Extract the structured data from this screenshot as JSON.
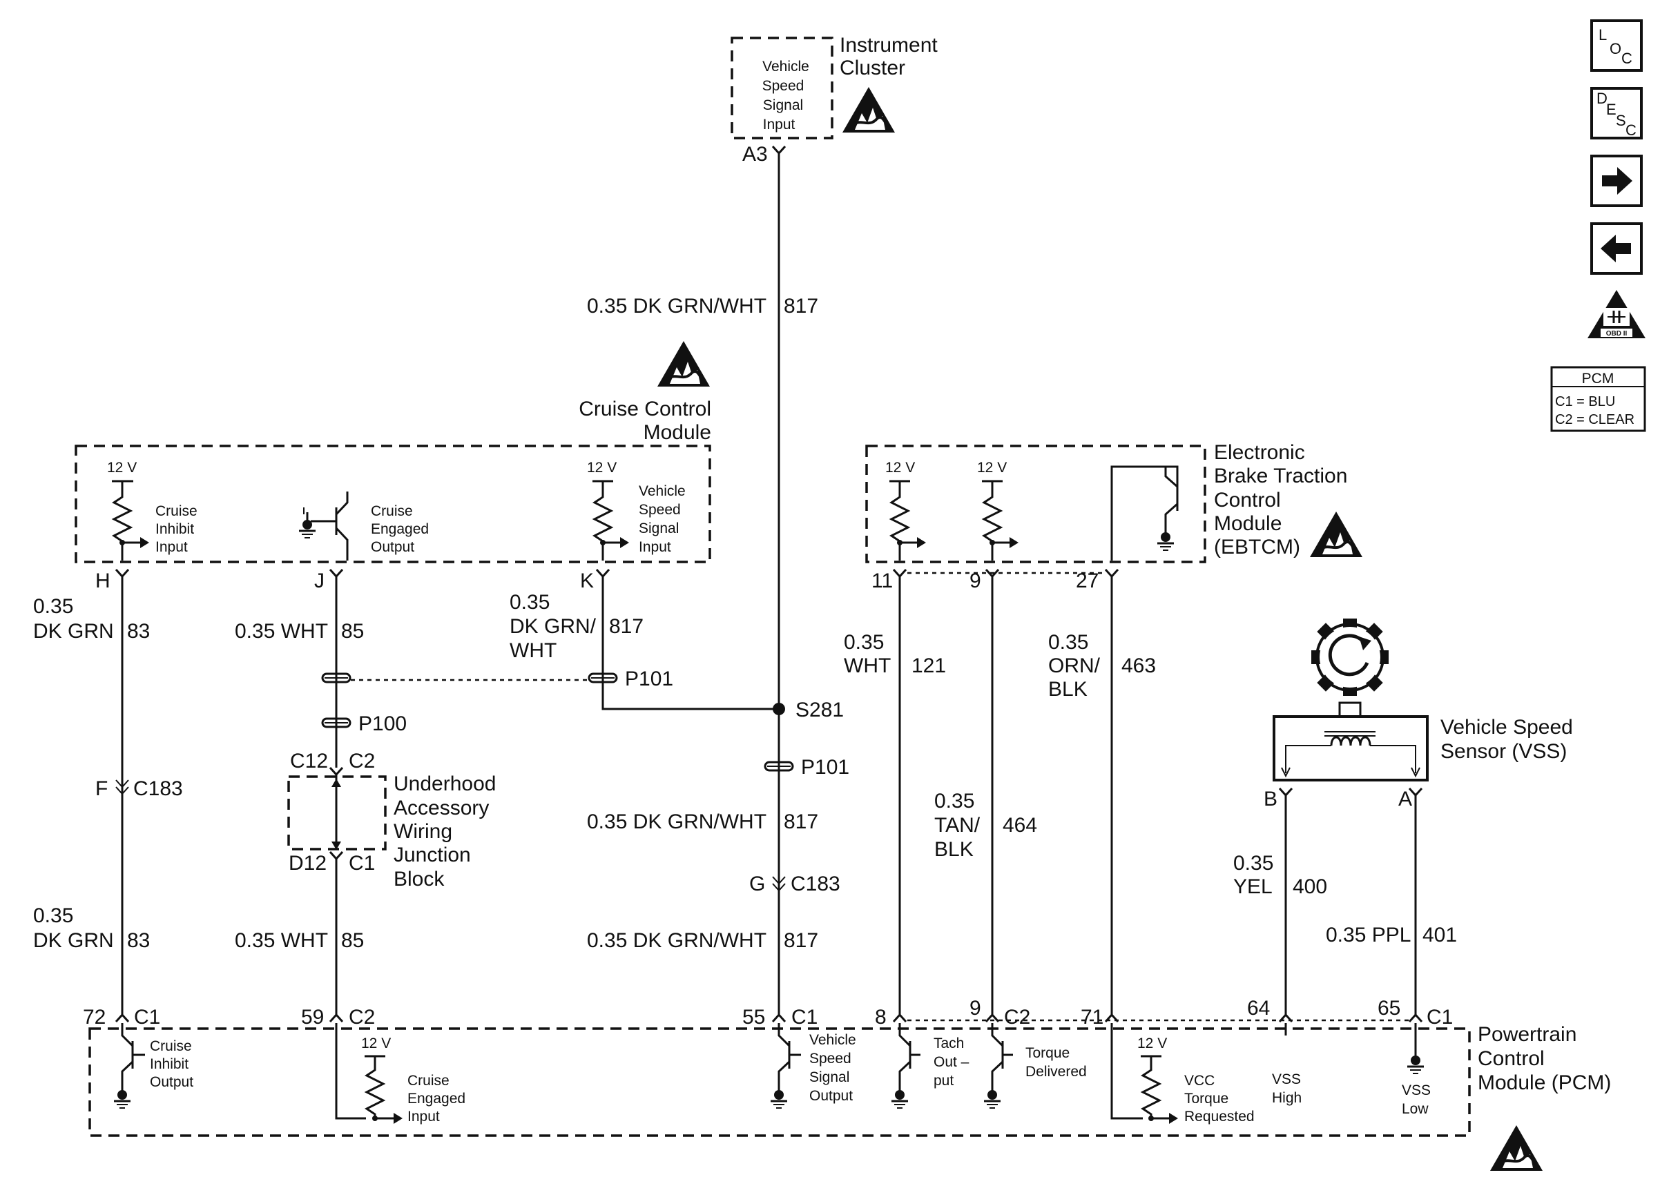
{
  "modules": {
    "instrument_cluster": {
      "title_lines": [
        "Instrument",
        "Cluster"
      ],
      "input_lines": [
        "Vehicle",
        "Speed",
        "Signal",
        "Input"
      ]
    },
    "cruise_control": {
      "title_lines": [
        "Cruise Control",
        "Module"
      ],
      "v12_labels": [
        "12 V",
        "12 V"
      ],
      "inhibit_lines": [
        "Cruise",
        "Inhibit",
        "Input"
      ],
      "engaged_lines": [
        "Cruise",
        "Engaged",
        "Output"
      ],
      "vss_lines": [
        "Vehicle",
        "Speed",
        "Signal",
        "Input"
      ]
    },
    "ebtcm": {
      "title_lines": [
        "Electronic",
        "Brake Traction",
        "Control",
        "Module",
        "(EBTCM)"
      ],
      "v12_labels": [
        "12 V",
        "12 V"
      ]
    },
    "vss": {
      "title_lines": [
        "Vehicle Speed",
        "Sensor (VSS)"
      ]
    },
    "underhood": {
      "title_lines": [
        "Underhood",
        "Accessory",
        "Wiring",
        "Junction",
        "Block"
      ]
    },
    "pcm": {
      "title_lines": [
        "Powertrain",
        "Control",
        "Module (PCM)"
      ],
      "v12_labels": [
        "12 V",
        "12 V"
      ],
      "inhibit_out_lines": [
        "Cruise",
        "Inhibit",
        "Output"
      ],
      "engaged_in_lines": [
        "Cruise",
        "Engaged",
        "Input"
      ],
      "vss_out_lines": [
        "Vehicle",
        "Speed",
        "Signal",
        "Output"
      ],
      "tach_lines": [
        "Tach",
        "Out –",
        "put"
      ],
      "torque_lines": [
        "Torque",
        "Delivered"
      ],
      "vcc_lines": [
        "VCC",
        "Torque",
        "Requested"
      ],
      "vss_high_lines": [
        "VSS",
        "High"
      ],
      "vss_low_lines": [
        "VSS",
        "Low"
      ]
    }
  },
  "pins": {
    "A3": "A3",
    "H": "H",
    "J": "J",
    "K": "K",
    "ebtcm_11": "11",
    "ebtcm_9": "9",
    "ebtcm_27": "27",
    "vss_B": "B",
    "vss_A": "A",
    "pcm_72": "72",
    "pcm_59": "59",
    "pcm_55": "55",
    "pcm_8": "8",
    "pcm_9": "9",
    "pcm_71": "71",
    "pcm_64": "64",
    "pcm_65": "65",
    "C1": "C1",
    "C2": "C2",
    "F": "F",
    "G": "G",
    "C12": "C12",
    "D12": "D12"
  },
  "connectors": {
    "C183": "C183",
    "P100": "P100",
    "P101": "P101",
    "S281": "S281"
  },
  "wires": {
    "w817_top": "0.35 DK GRN/WHT",
    "w817_circ": "817",
    "w817_a": "0.35 DK GRN/WHT",
    "w817_b": "0.35 DK GRN/WHT",
    "w83_lines": [
      "0.35",
      "DK GRN"
    ],
    "w83_circ": "83",
    "w85": "0.35 WHT",
    "w85_circ": "85",
    "w817k_lines": [
      "0.35",
      "DK GRN/",
      "WHT"
    ],
    "w121_lines": [
      "0.35",
      "WHT"
    ],
    "w121_circ": "121",
    "w464_lines": [
      "0.35",
      "TAN/",
      "BLK"
    ],
    "w464_circ": "464",
    "w463_lines": [
      "0.35",
      "ORN/",
      "BLK"
    ],
    "w463_circ": "463",
    "w400_lines": [
      "0.35",
      "YEL"
    ],
    "w400_circ": "400",
    "w401": "0.35 PPL",
    "w401_circ": "401"
  },
  "sidebar": {
    "loc": {
      "a": "L",
      "b": "O",
      "c": "C"
    },
    "desc": {
      "a": "D",
      "b": "E",
      "c": "S",
      "d": "C"
    },
    "next_icon": "arrow-right-icon",
    "prev_icon": "arrow-left-icon",
    "obd_label": "OBD II",
    "pcm_header": "PCM",
    "pcm_c1": "C1 = BLU",
    "pcm_c2": "C2 = CLEAR"
  }
}
